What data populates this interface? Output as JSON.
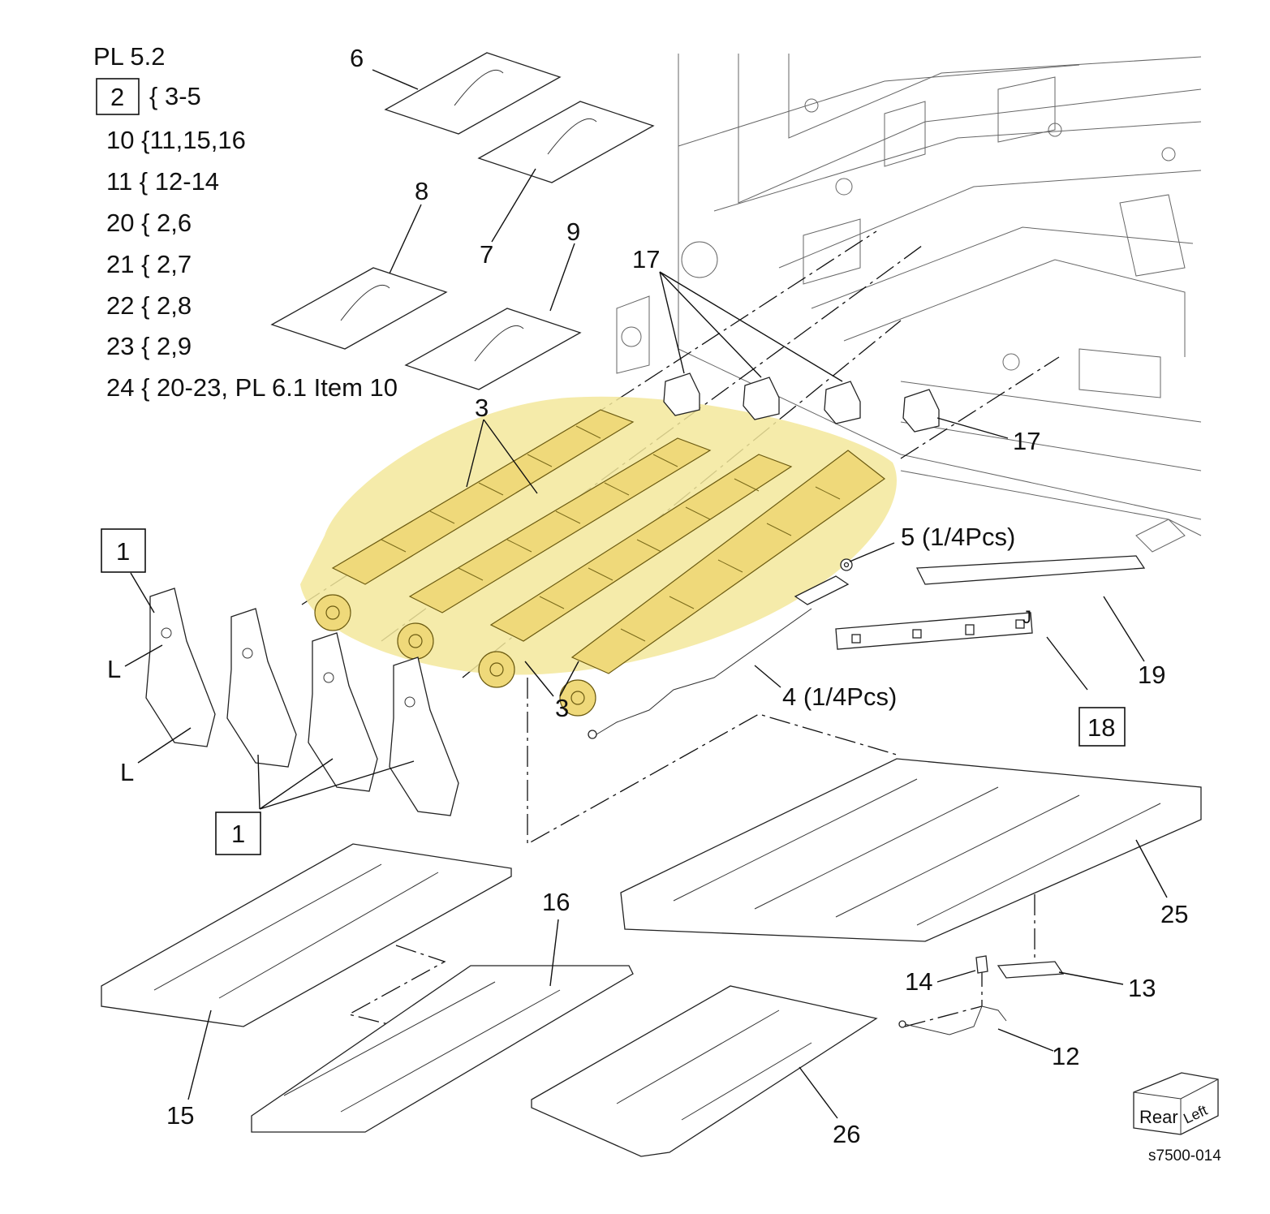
{
  "legend": {
    "title": "PL 5.2",
    "box_number": "2",
    "box_suffix": "{ 3-5",
    "lines": [
      "10 {11,15,16",
      "11 { 12-14",
      "20 { 2,6",
      "21 { 2,7",
      "22 { 2,8",
      "23 { 2,9",
      "24 { 20-23, PL 6.1 Item 10"
    ]
  },
  "callouts": {
    "c6": "6",
    "c7": "7",
    "c8": "8",
    "c9": "9",
    "c17a": "17",
    "c17b": "17",
    "c3a": "3",
    "c3b": "3",
    "c5": "5 (1/4Pcs)",
    "c4": "4 (1/4Pcs)",
    "c19": "19",
    "c18": "18",
    "c1a": "1",
    "c1b": "1",
    "cLa": "L",
    "cLb": "L",
    "cJ": "J",
    "c16": "16",
    "c15": "15",
    "c25": "25",
    "c14": "14",
    "c13": "13",
    "c12": "12",
    "c26": "26"
  },
  "orientation_cube": {
    "rear": "Rear",
    "left": "Left"
  },
  "figure_id": "s7500-014",
  "colors": {
    "highlight": "#f3e79b",
    "ink": "#111111"
  }
}
